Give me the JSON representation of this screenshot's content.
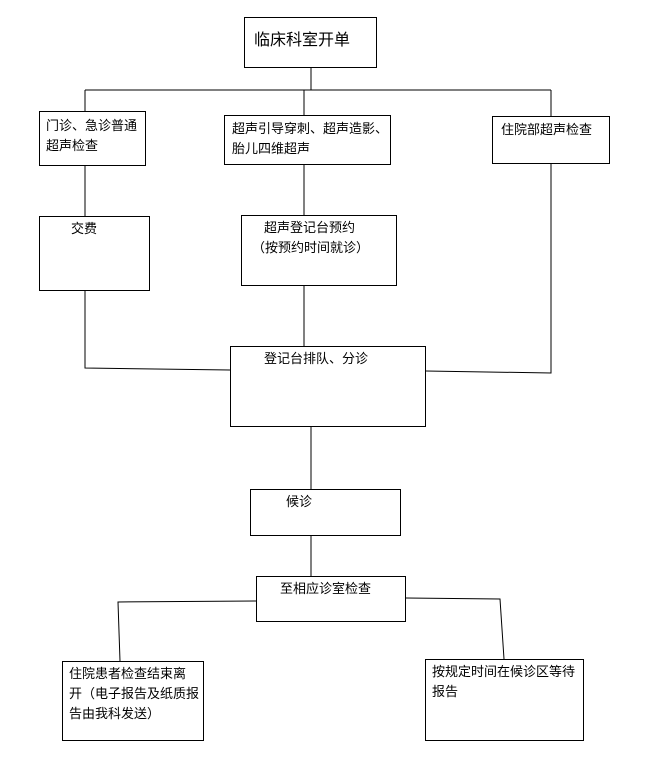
{
  "flowchart": {
    "start": "临床科室开单",
    "branch_outpatient": [
      "门诊、急诊普通",
      "超声检查"
    ],
    "branch_special": [
      "超声引导穿刺、超声造影、",
      "胎儿四维超声"
    ],
    "branch_inpatient": "住院部超声检查",
    "payment": "交费",
    "appointment": [
      "超声登记台预约",
      "（按预约时间就诊）"
    ],
    "registration": "登记台排队、分诊",
    "waiting": "候诊",
    "exam": "至相应诊室检查",
    "inpatient_end": [
      "住院患者检查结束离",
      "开（电子报告及纸质报",
      "告由我科发送）"
    ],
    "outpatient_end": [
      "按规定时间在候诊区等待",
      "报告"
    ]
  }
}
